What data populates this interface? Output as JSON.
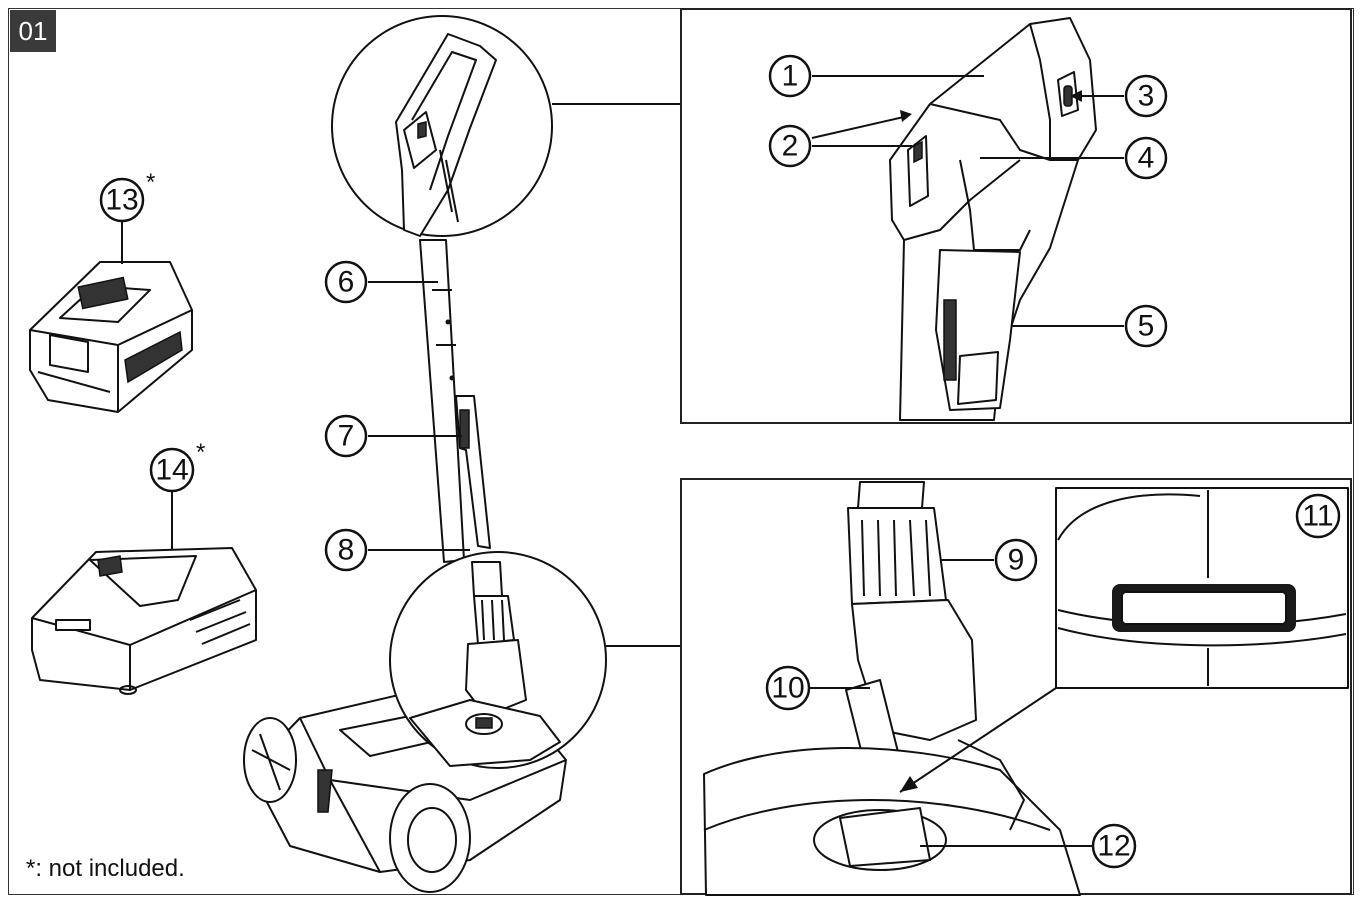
{
  "figure": {
    "number": "01"
  },
  "footnote": "*: not included.",
  "callouts": {
    "c1": "1",
    "c2": "2",
    "c3": "3",
    "c4": "4",
    "c5": "5",
    "c6": "6",
    "c7": "7",
    "c8": "8",
    "c9": "9",
    "c10": "10",
    "c11": "11",
    "c12": "12",
    "c13": "13",
    "c14": "14"
  },
  "asterisk": "*",
  "colors": {
    "line": "#111111",
    "badge": "#3a3a3a",
    "background": "#ffffff"
  }
}
